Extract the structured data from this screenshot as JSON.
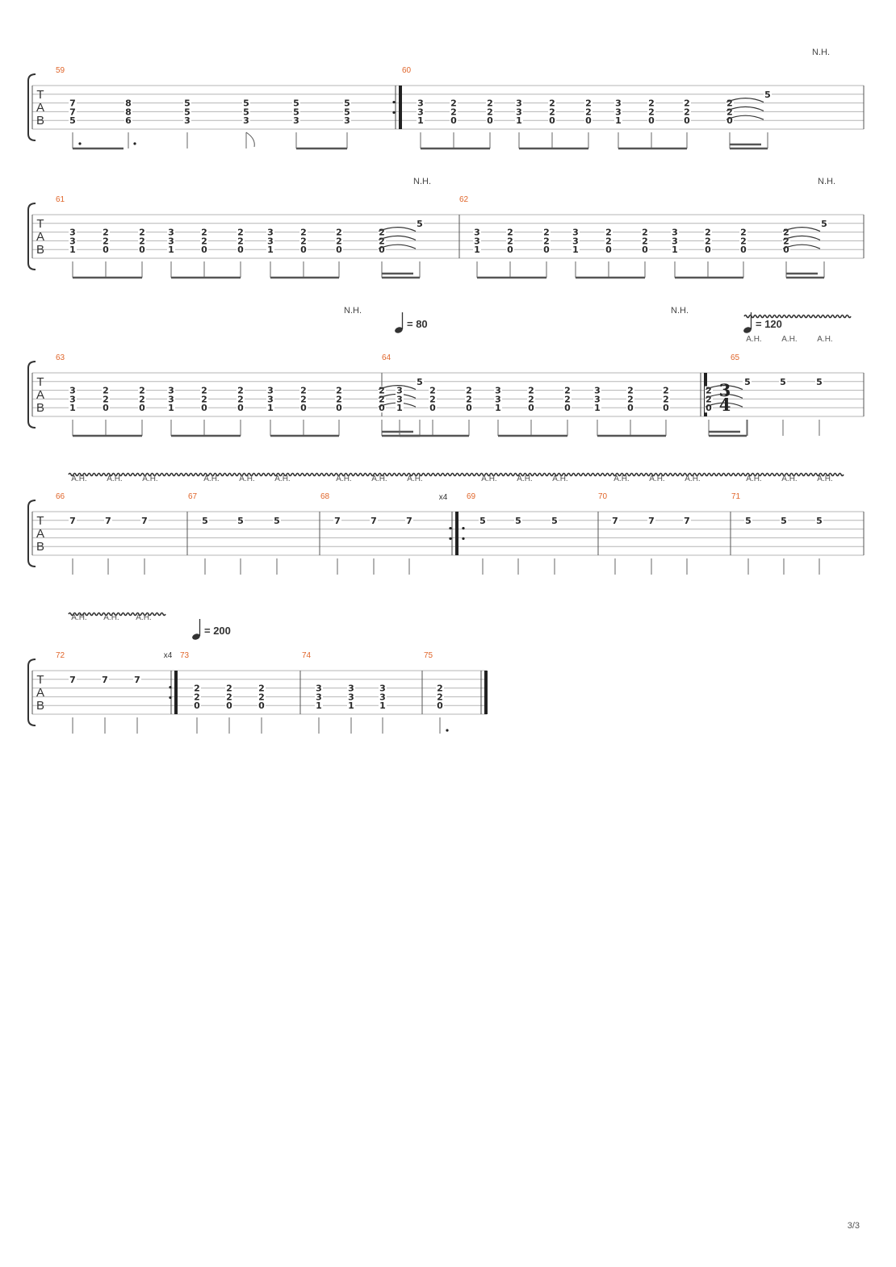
{
  "instrument_labels": [
    "T",
    "A",
    "B"
  ],
  "page_number": "3/3",
  "annotations": {
    "natural_harmonic": "N.H.",
    "artificial_harmonic": "A.H.",
    "tempo_80": "= 80",
    "tempo_120": "= 120",
    "tempo_200": "= 200",
    "repeat_x4": "x4",
    "time_signature": [
      "3",
      "4"
    ]
  },
  "measures": [
    {
      "number": "59",
      "beats": [
        [
          "7",
          "7",
          "5"
        ],
        [
          "8",
          "8",
          "6"
        ],
        [
          "5",
          "5",
          "3"
        ],
        [
          "5",
          "5",
          "3"
        ],
        [
          "5",
          "5",
          "3"
        ],
        [
          "5",
          "5",
          "3"
        ]
      ]
    },
    {
      "number": "60",
      "beats": [
        [
          "3",
          "3",
          "1"
        ],
        [
          "2",
          "2",
          "0"
        ],
        [
          "2",
          "2",
          "0"
        ],
        [
          "3",
          "3",
          "1"
        ],
        [
          "2",
          "2",
          "0"
        ],
        [
          "2",
          "2",
          "0"
        ],
        [
          "3",
          "3",
          "1"
        ],
        [
          "2",
          "2",
          "0"
        ],
        [
          "2",
          "2",
          "0"
        ],
        [
          "2",
          "2",
          "0"
        ],
        [
          "5"
        ]
      ]
    },
    {
      "number": "61",
      "beats": [
        [
          "3",
          "3",
          "1"
        ],
        [
          "2",
          "2",
          "0"
        ],
        [
          "2",
          "2",
          "0"
        ],
        [
          "3",
          "3",
          "1"
        ],
        [
          "2",
          "2",
          "0"
        ],
        [
          "2",
          "2",
          "0"
        ],
        [
          "3",
          "3",
          "1"
        ],
        [
          "2",
          "2",
          "0"
        ],
        [
          "2",
          "2",
          "0"
        ],
        [
          "2",
          "2",
          "0"
        ],
        [
          "5"
        ]
      ]
    },
    {
      "number": "62",
      "beats": [
        [
          "3",
          "3",
          "1"
        ],
        [
          "2",
          "2",
          "0"
        ],
        [
          "2",
          "2",
          "0"
        ],
        [
          "3",
          "3",
          "1"
        ],
        [
          "2",
          "2",
          "0"
        ],
        [
          "2",
          "2",
          "0"
        ],
        [
          "3",
          "3",
          "1"
        ],
        [
          "2",
          "2",
          "0"
        ],
        [
          "2",
          "2",
          "0"
        ],
        [
          "2",
          "2",
          "0"
        ],
        [
          "5"
        ]
      ]
    },
    {
      "number": "63",
      "beats": [
        [
          "3",
          "3",
          "1"
        ],
        [
          "2",
          "2",
          "0"
        ],
        [
          "2",
          "2",
          "0"
        ],
        [
          "3",
          "3",
          "1"
        ],
        [
          "2",
          "2",
          "0"
        ],
        [
          "2",
          "2",
          "0"
        ],
        [
          "3",
          "3",
          "1"
        ],
        [
          "2",
          "2",
          "0"
        ],
        [
          "2",
          "2",
          "0"
        ],
        [
          "2",
          "2",
          "0"
        ],
        [
          "5"
        ]
      ]
    },
    {
      "number": "64",
      "beats": [
        [
          "3",
          "3",
          "1"
        ],
        [
          "2",
          "2",
          "0"
        ],
        [
          "2",
          "2",
          "0"
        ],
        [
          "3",
          "3",
          "1"
        ],
        [
          "2",
          "2",
          "0"
        ],
        [
          "2",
          "2",
          "0"
        ],
        [
          "3",
          "3",
          "1"
        ],
        [
          "2",
          "2",
          "0"
        ],
        [
          "2",
          "2",
          "0"
        ],
        [
          "2",
          "2",
          "0"
        ],
        [
          "5"
        ]
      ]
    },
    {
      "number": "65",
      "beats": [
        [
          "5"
        ],
        [
          "5"
        ],
        [
          "5"
        ]
      ]
    },
    {
      "number": "66",
      "beats": [
        [
          "7"
        ],
        [
          "7"
        ],
        [
          "7"
        ]
      ]
    },
    {
      "number": "67",
      "beats": [
        [
          "5"
        ],
        [
          "5"
        ],
        [
          "5"
        ]
      ]
    },
    {
      "number": "68",
      "beats": [
        [
          "7"
        ],
        [
          "7"
        ],
        [
          "7"
        ]
      ]
    },
    {
      "number": "69",
      "beats": [
        [
          "5"
        ],
        [
          "5"
        ],
        [
          "5"
        ]
      ]
    },
    {
      "number": "70",
      "beats": [
        [
          "7"
        ],
        [
          "7"
        ],
        [
          "7"
        ]
      ]
    },
    {
      "number": "71",
      "beats": [
        [
          "5"
        ],
        [
          "5"
        ],
        [
          "5"
        ]
      ]
    },
    {
      "number": "72",
      "beats": [
        [
          "7"
        ],
        [
          "7"
        ],
        [
          "7"
        ]
      ]
    },
    {
      "number": "73",
      "beats": [
        [
          "2",
          "2",
          "0"
        ],
        [
          "2",
          "2",
          "0"
        ],
        [
          "2",
          "2",
          "0"
        ]
      ]
    },
    {
      "number": "74",
      "beats": [
        [
          "3",
          "3",
          "1"
        ],
        [
          "3",
          "3",
          "1"
        ],
        [
          "3",
          "3",
          "1"
        ]
      ]
    },
    {
      "number": "75",
      "beats": [
        [
          "2",
          "2",
          "0"
        ]
      ]
    }
  ]
}
